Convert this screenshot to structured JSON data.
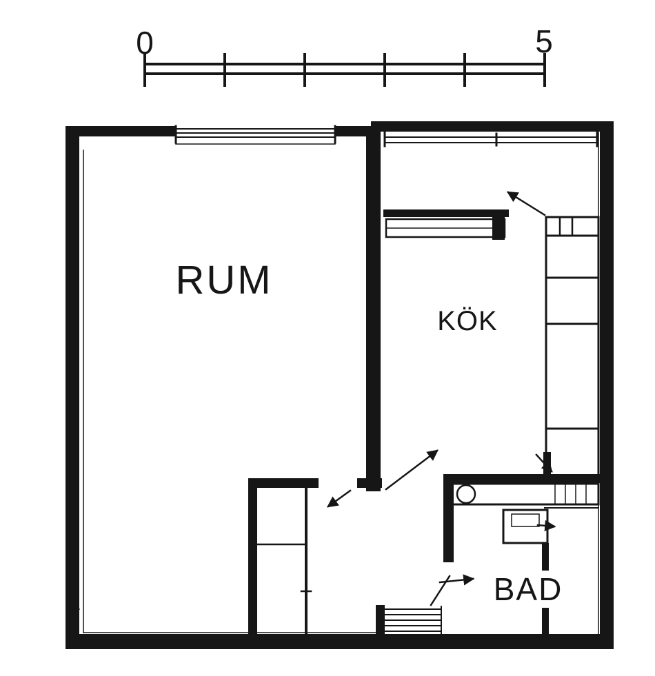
{
  "colors": {
    "ink": "#161616",
    "paper": "#ffffff"
  },
  "scale_bar": {
    "start_label": "0",
    "end_label": "5",
    "tick_count": 6
  },
  "rooms": [
    {
      "id": "rum",
      "label": "RUM"
    },
    {
      "id": "kok",
      "label": "KÖK"
    },
    {
      "id": "bad",
      "label": "BAD"
    }
  ],
  "icons": {
    "door_swing": "diagonal line with arrowhead",
    "window": "parallel double lines",
    "washbasin": "circle in counter rectangle"
  }
}
